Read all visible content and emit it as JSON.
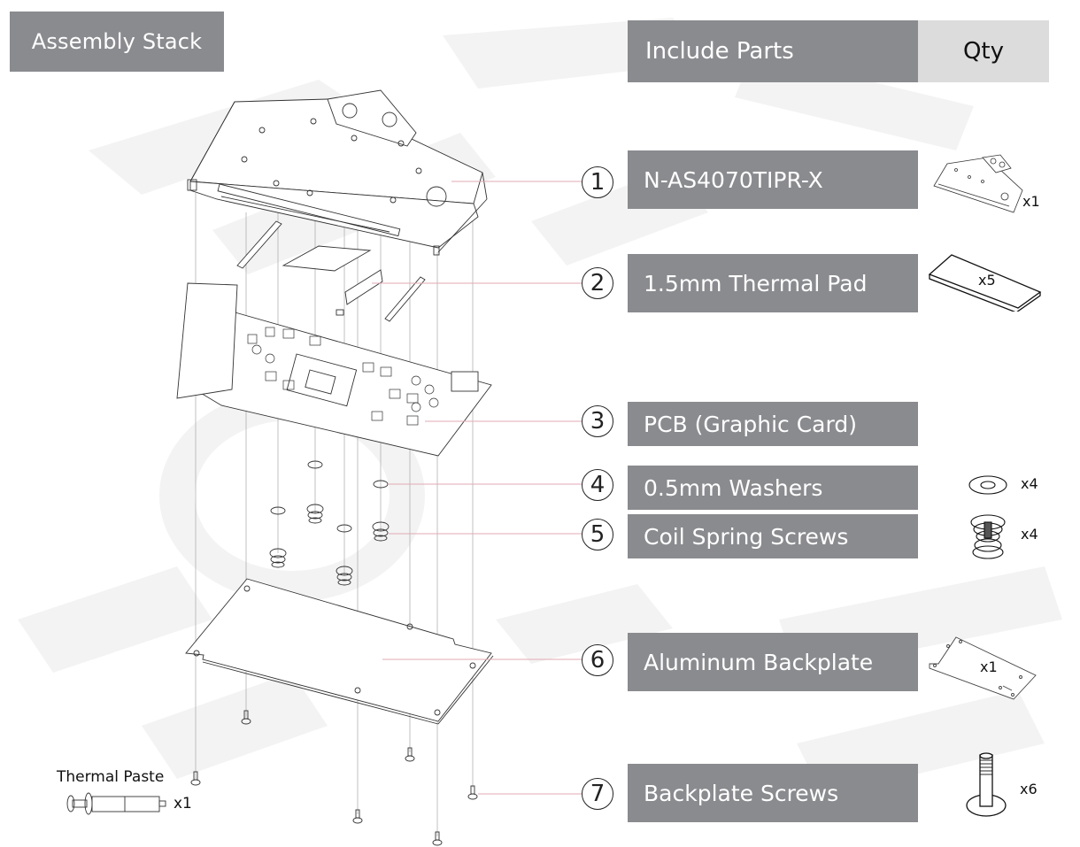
{
  "title": "Assembly Stack",
  "table_header": {
    "parts": "Include Parts",
    "qty": "Qty"
  },
  "parts": [
    {
      "number": "1",
      "label": "N-AS4070TIPR-X",
      "qty": "x1",
      "icon": "water-block-icon"
    },
    {
      "number": "2",
      "label": "1.5mm Thermal Pad",
      "qty": "x5",
      "icon": "thermal-pad-icon"
    },
    {
      "number": "3",
      "label": "PCB (Graphic Card)",
      "qty": "",
      "icon": ""
    },
    {
      "number": "4",
      "label": "0.5mm Washers",
      "qty": "x4",
      "icon": "washer-icon"
    },
    {
      "number": "5",
      "label": "Coil Spring Screws",
      "qty": "x4",
      "icon": "coil-spring-screw-icon"
    },
    {
      "number": "6",
      "label": "Aluminum Backplate",
      "qty": "x1",
      "icon": "backplate-icon"
    },
    {
      "number": "7",
      "label": "Backplate Screws",
      "qty": "x6",
      "icon": "backplate-screw-icon"
    }
  ],
  "extras": {
    "thermal_paste_label": "Thermal Paste",
    "thermal_paste_qty": "x1"
  },
  "colors": {
    "label_box": "#8a8b8f",
    "qty_header": "#dcdcdc",
    "leader_line": "#e2a9b4",
    "line_art": "#333333"
  }
}
